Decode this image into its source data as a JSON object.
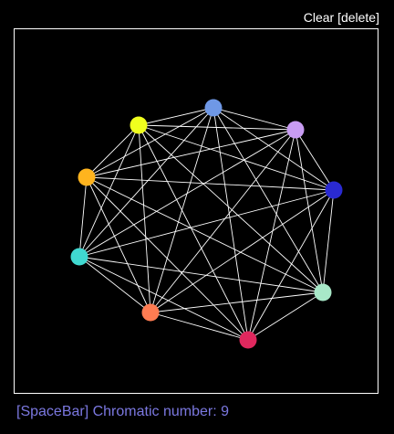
{
  "header": {
    "clear_label": "Clear [delete]"
  },
  "status": {
    "text": "[SpaceBar] Chromatic number: 9"
  },
  "theme": {
    "background": "#000000",
    "frame_color": "#ffffff",
    "edge_color": "#ffffff",
    "status_color": "#7b78e0"
  },
  "graph": {
    "type": "complete-graph",
    "vertex_count": 9,
    "vertex_colors": [
      "#6f98e6",
      "#c89cf2",
      "#2a2ad2",
      "#a8e8c8",
      "#e0285e",
      "#ff7c52",
      "#40d8d0",
      "#ffb41e",
      "#f0ff1e"
    ]
  }
}
